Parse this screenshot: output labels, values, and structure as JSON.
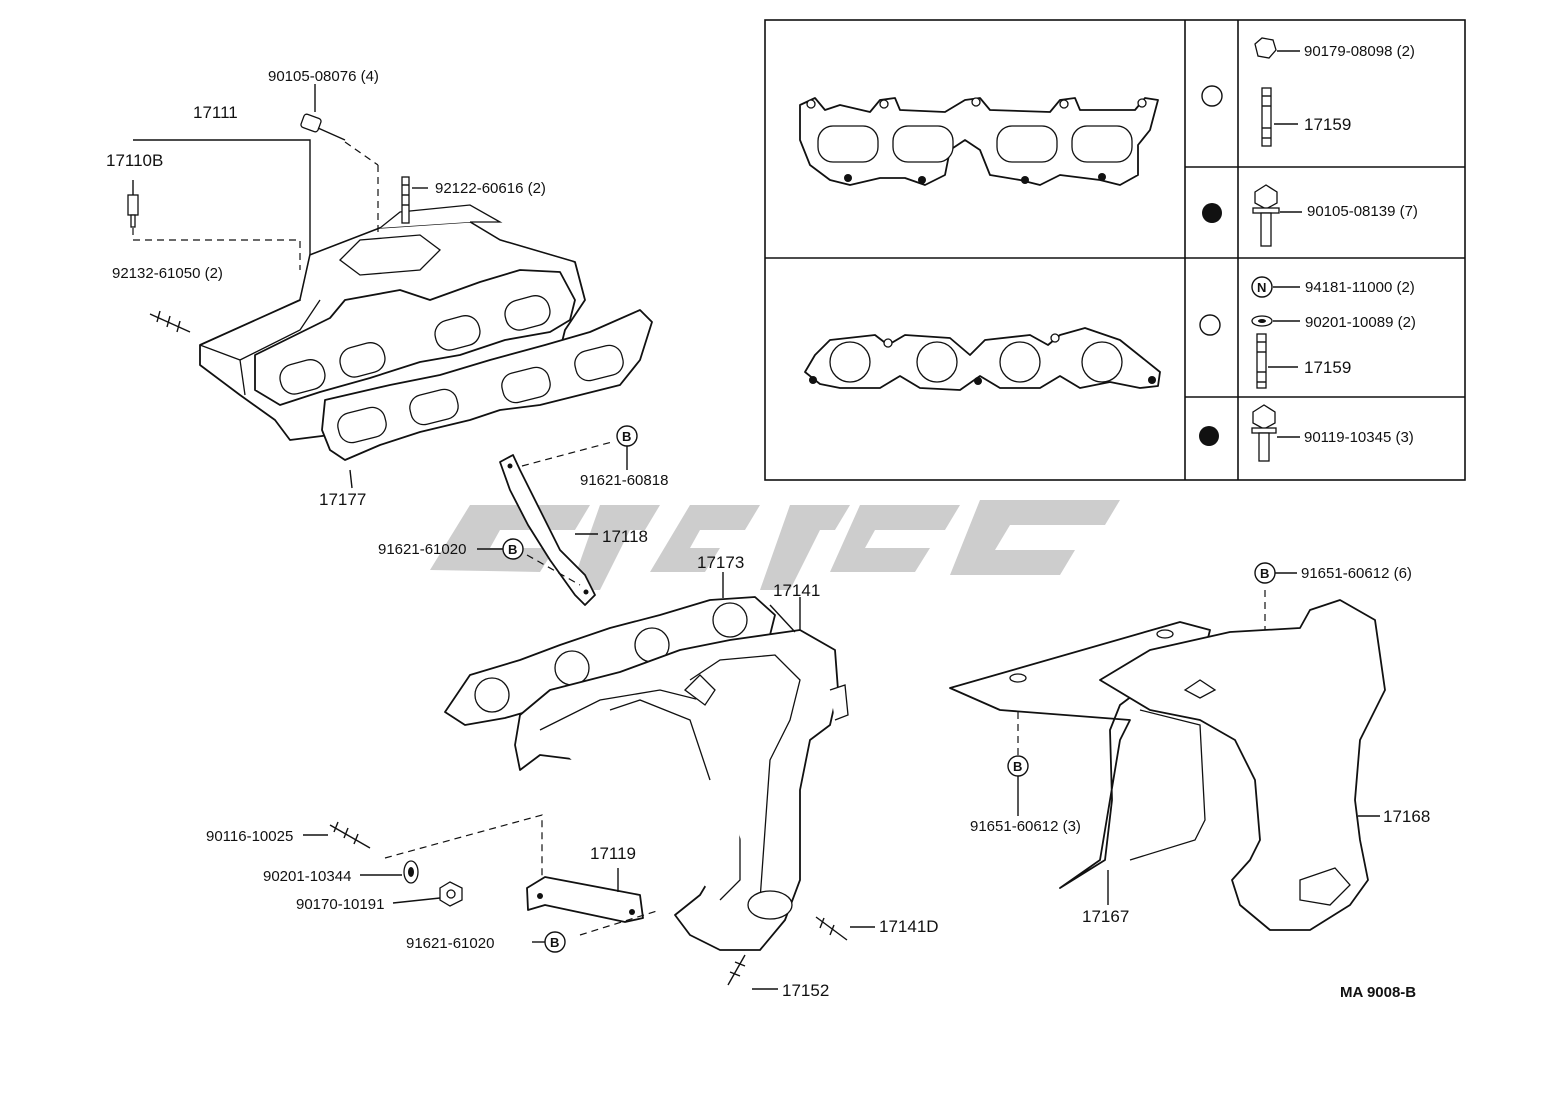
{
  "diagram_code": "MA 9008-B",
  "symbols": {
    "b_mark": "B",
    "n_mark": "N"
  },
  "labels": {
    "p90105_08076": "90105-08076 (4)",
    "p17111": "17111",
    "p17110B": "17110B",
    "p92122_60616": "92122-60616 (2)",
    "p92132_61050": "92132-61050 (2)",
    "p17177": "17177",
    "p91621_60818": "91621-60818",
    "p17118": "17118",
    "p91621_61020_a": "91621-61020",
    "p17173": "17173",
    "p17141": "17141",
    "p90116_10025": "90116-10025",
    "p90201_10344": "90201-10344",
    "p90170_10191": "90170-10191",
    "p17119": "17119",
    "p91621_61020_b": "91621-61020",
    "p17141D": "17141D",
    "p17152": "17152",
    "p91651_60612_6": "91651-60612 (6)",
    "p91651_60612_3": "91651-60612 (3)",
    "p17168": "17168",
    "p17167": "17167"
  },
  "table": {
    "row1": {
      "a": "90179-08098 (2)",
      "b": "17159",
      "c": "90105-08139 (7)"
    },
    "row2": {
      "a": "94181-11000 (2)",
      "b": "90201-10089 (2)",
      "c": "17159",
      "d": "90119-10345 (3)"
    }
  },
  "colors": {
    "ink": "#111111",
    "watermark": "#c9c9c9",
    "paper": "#ffffff"
  }
}
